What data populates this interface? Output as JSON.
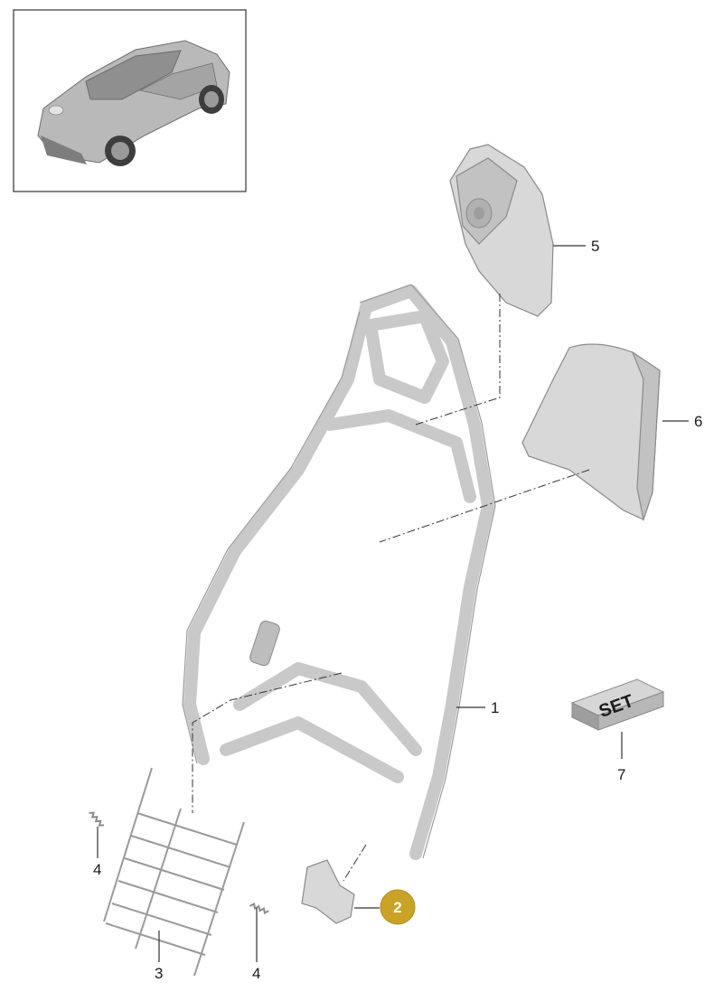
{
  "callouts": {
    "frame": "1",
    "bracket": "2",
    "mat": "3",
    "spring_left": "4",
    "spring_right": "4",
    "cover_upper": "5",
    "cover_back": "6",
    "kit": "7"
  },
  "kit_label": "SET",
  "colors": {
    "badge": "#c9a227",
    "part_fill": "#d8d8d8",
    "outline": "#8a8a8a"
  }
}
